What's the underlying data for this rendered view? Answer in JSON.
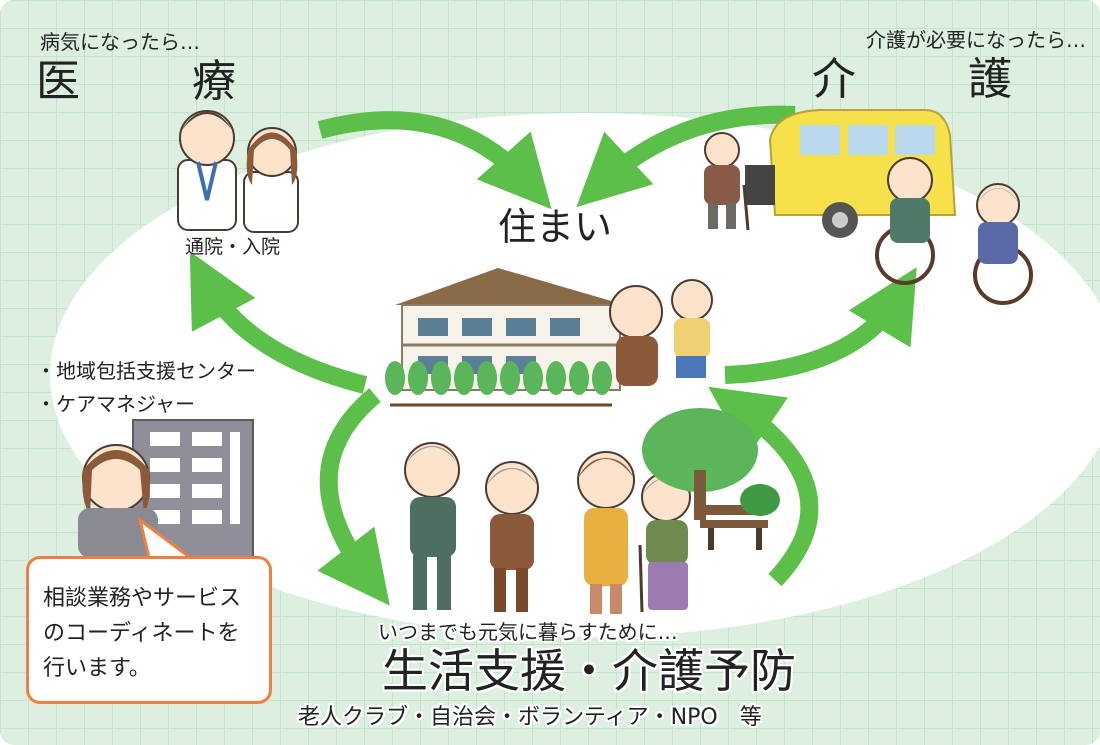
{
  "medical": {
    "caption": "病気になったら…",
    "title": "医　療",
    "sub": "通院・入院"
  },
  "care": {
    "caption": "介護が必要になったら…",
    "title": "介　護"
  },
  "home": {
    "title": "住まい"
  },
  "support": {
    "services": [
      "・地域包括支援センター",
      "・ケアマネジャー"
    ],
    "bubble_lines": [
      "相談業務やサービス",
      "のコーディネートを",
      "行います。"
    ]
  },
  "prevention": {
    "caption": "いつまでも元気に暮らすために…",
    "title": "生活支援・介護予防",
    "orgs": "老人クラブ・自治会・ボランティア・NPO　等"
  },
  "colors": {
    "grid_bg": "#dcefe0",
    "arrow": "#5cbf4a",
    "bubble_border": "#ef7f43",
    "roof": "#8a6b48",
    "tree": "#5bb55a"
  }
}
